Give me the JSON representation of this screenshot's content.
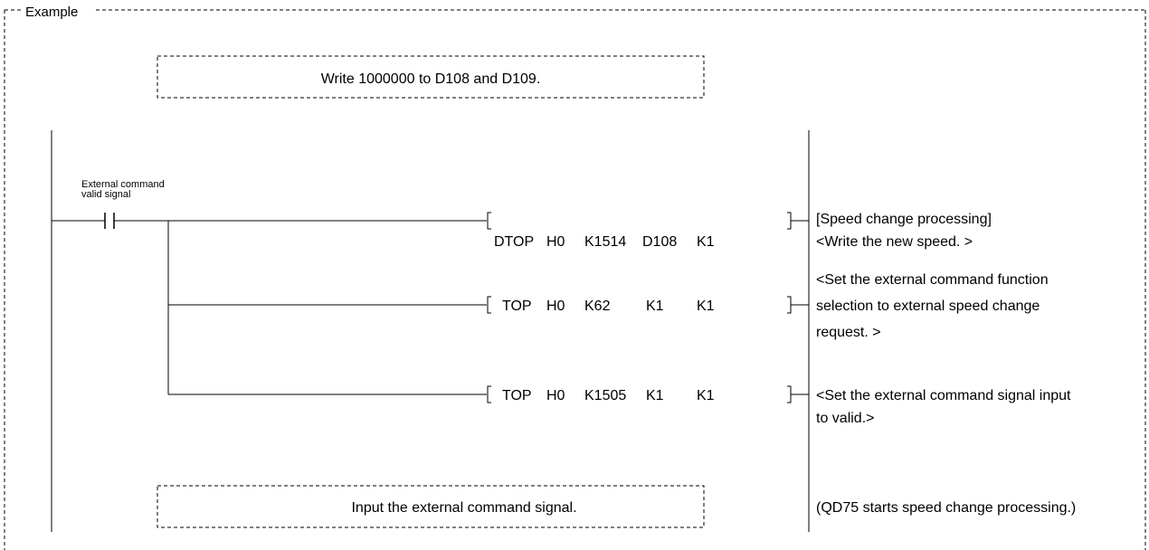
{
  "frame": {
    "title": "Example"
  },
  "notes": {
    "top": "Write 1000000 to D108 and D109.",
    "bottom": "Input the external command signal."
  },
  "contact": {
    "label_line1": "External command",
    "label_line2": "valid signal"
  },
  "instructions": [
    {
      "op": "DTOP",
      "operands": [
        "H0",
        "K1514",
        "D108",
        "K1"
      ]
    },
    {
      "op": "TOP",
      "operands": [
        "H0",
        "K62",
        "K1",
        "K1"
      ]
    },
    {
      "op": "TOP",
      "operands": [
        "H0",
        "K1505",
        "K1",
        "K1"
      ]
    }
  ],
  "comments": {
    "c1_line1": "[Speed change processing]",
    "c1_line2": "<Write the new speed. >",
    "c2_line1": "<Set the external command function",
    "c2_line2": "selection to external speed change",
    "c2_line3": "request. >",
    "c3_line1": "<Set the external command signal input",
    "c3_line2": "to valid.>",
    "c4": "(QD75 starts speed change processing.)"
  }
}
